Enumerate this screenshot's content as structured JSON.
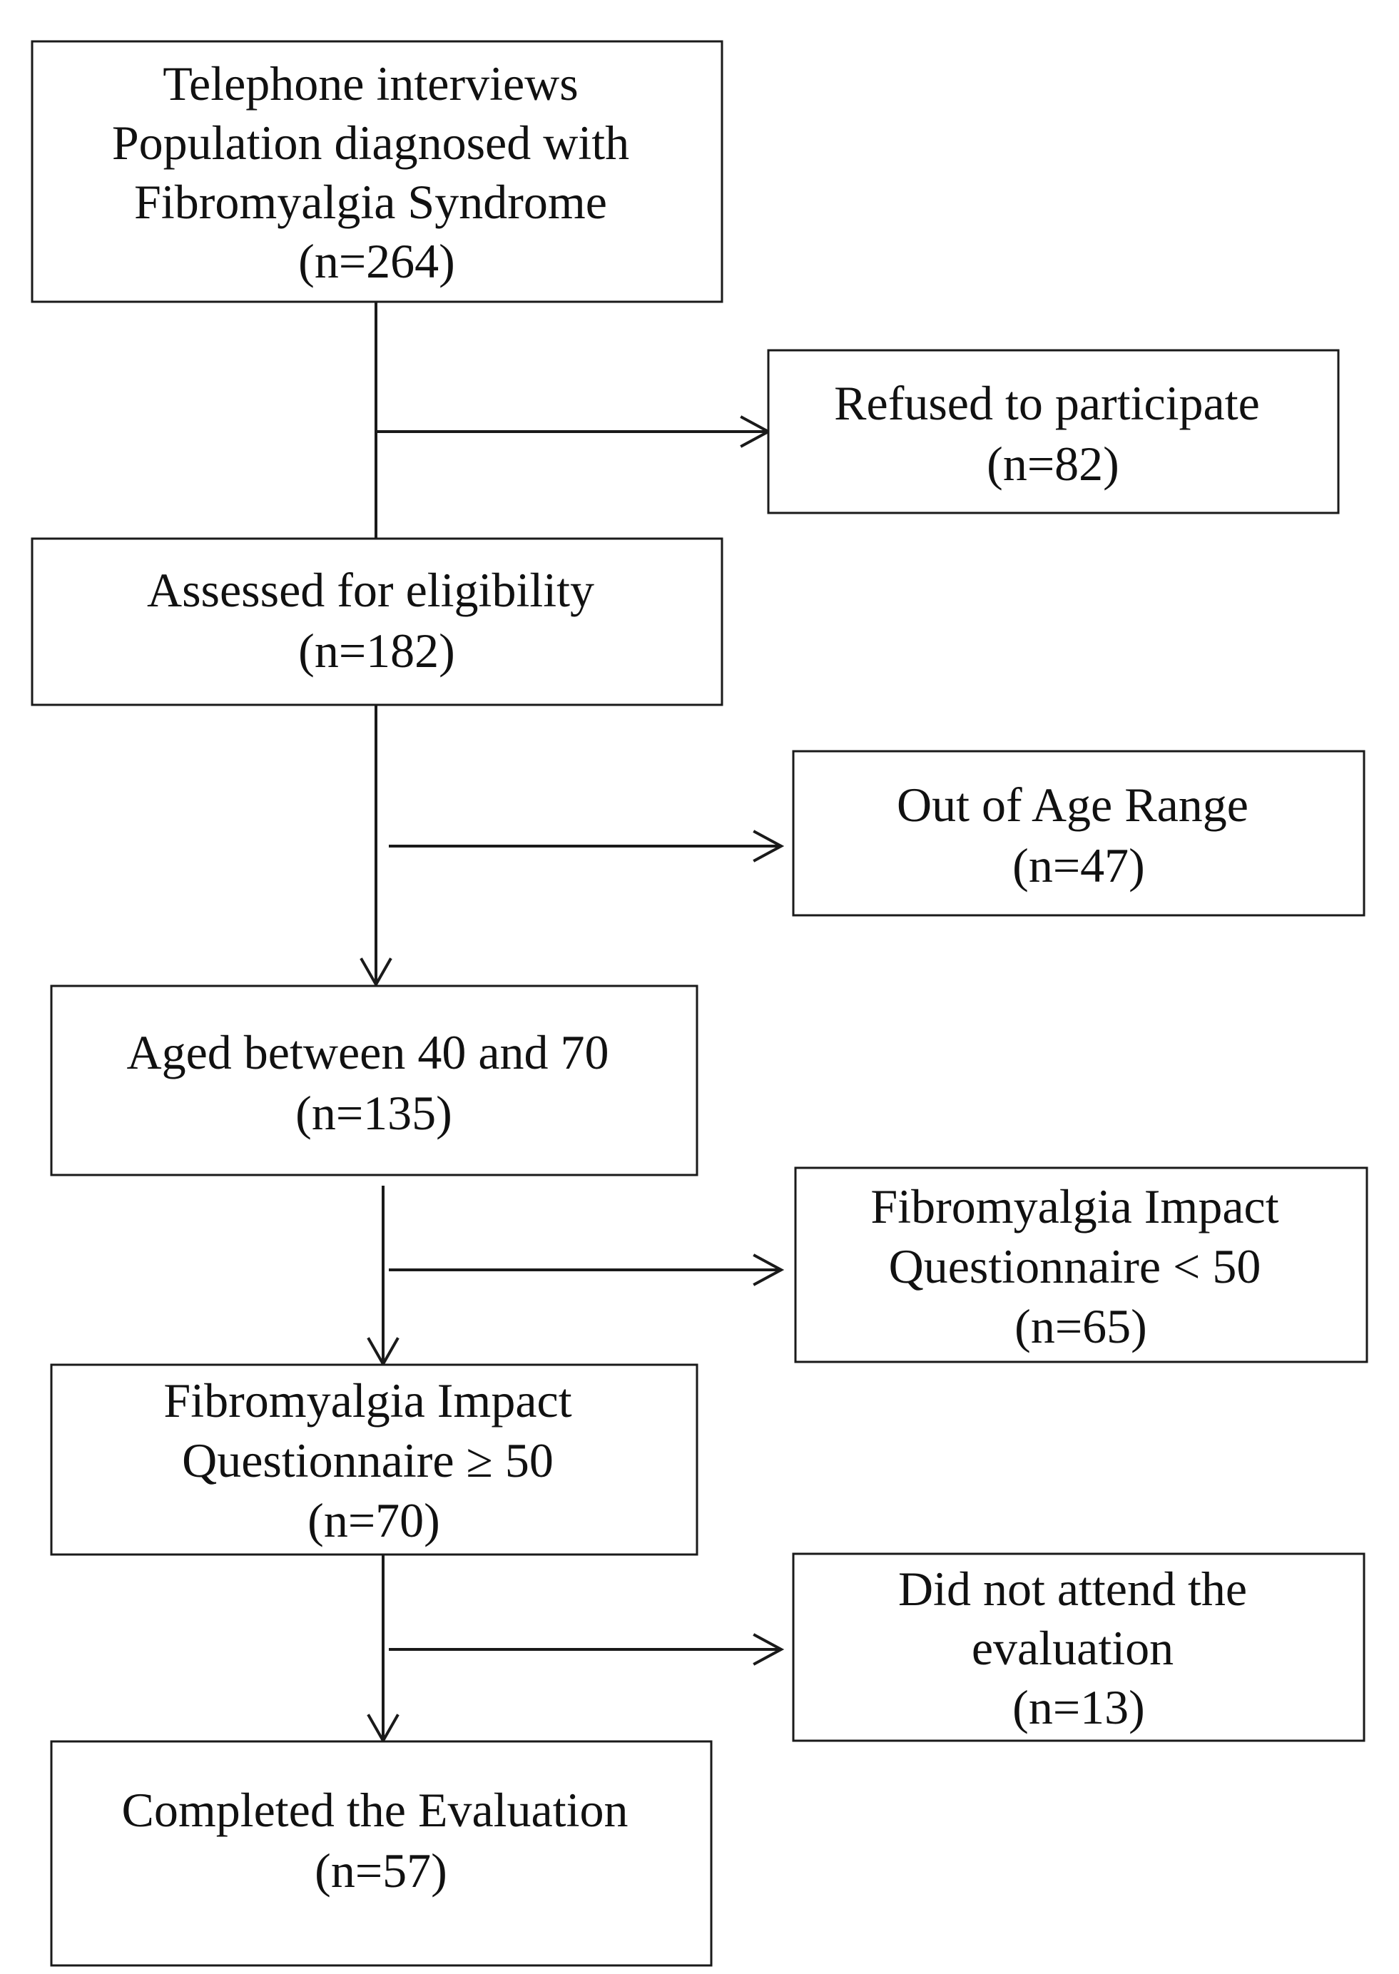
{
  "boxes": {
    "telephone_interviews": {
      "lines": [
        "Telephone interviews",
        "Population diagnosed with",
        "Fibromyalgia Syndrome",
        "(n=264)"
      ]
    },
    "refused": {
      "lines": [
        "Refused to participate",
        "(n=82)"
      ]
    },
    "assessed": {
      "lines": [
        "Assessed for eligibility",
        "(n=182)"
      ]
    },
    "out_of_age": {
      "lines": [
        "Out of Age Range",
        "(n=47)"
      ]
    },
    "aged_between": {
      "lines": [
        "Aged between 40  and 70",
        "(n=135)"
      ]
    },
    "fiq_below": {
      "lines": [
        "Fibromyalgia Impact",
        "Questionnaire  < 50",
        "(n=65)"
      ]
    },
    "fiq_above": {
      "lines": [
        "Fibromyalgia Impact",
        "Questionnaire ≥ 50",
        "(n=70)"
      ]
    },
    "did_not_attend": {
      "lines": [
        "Did not attend the",
        "evaluation",
        "(n=13)"
      ]
    },
    "completed": {
      "lines": [
        "Completed the Evaluation",
        "(n=57)"
      ]
    }
  }
}
